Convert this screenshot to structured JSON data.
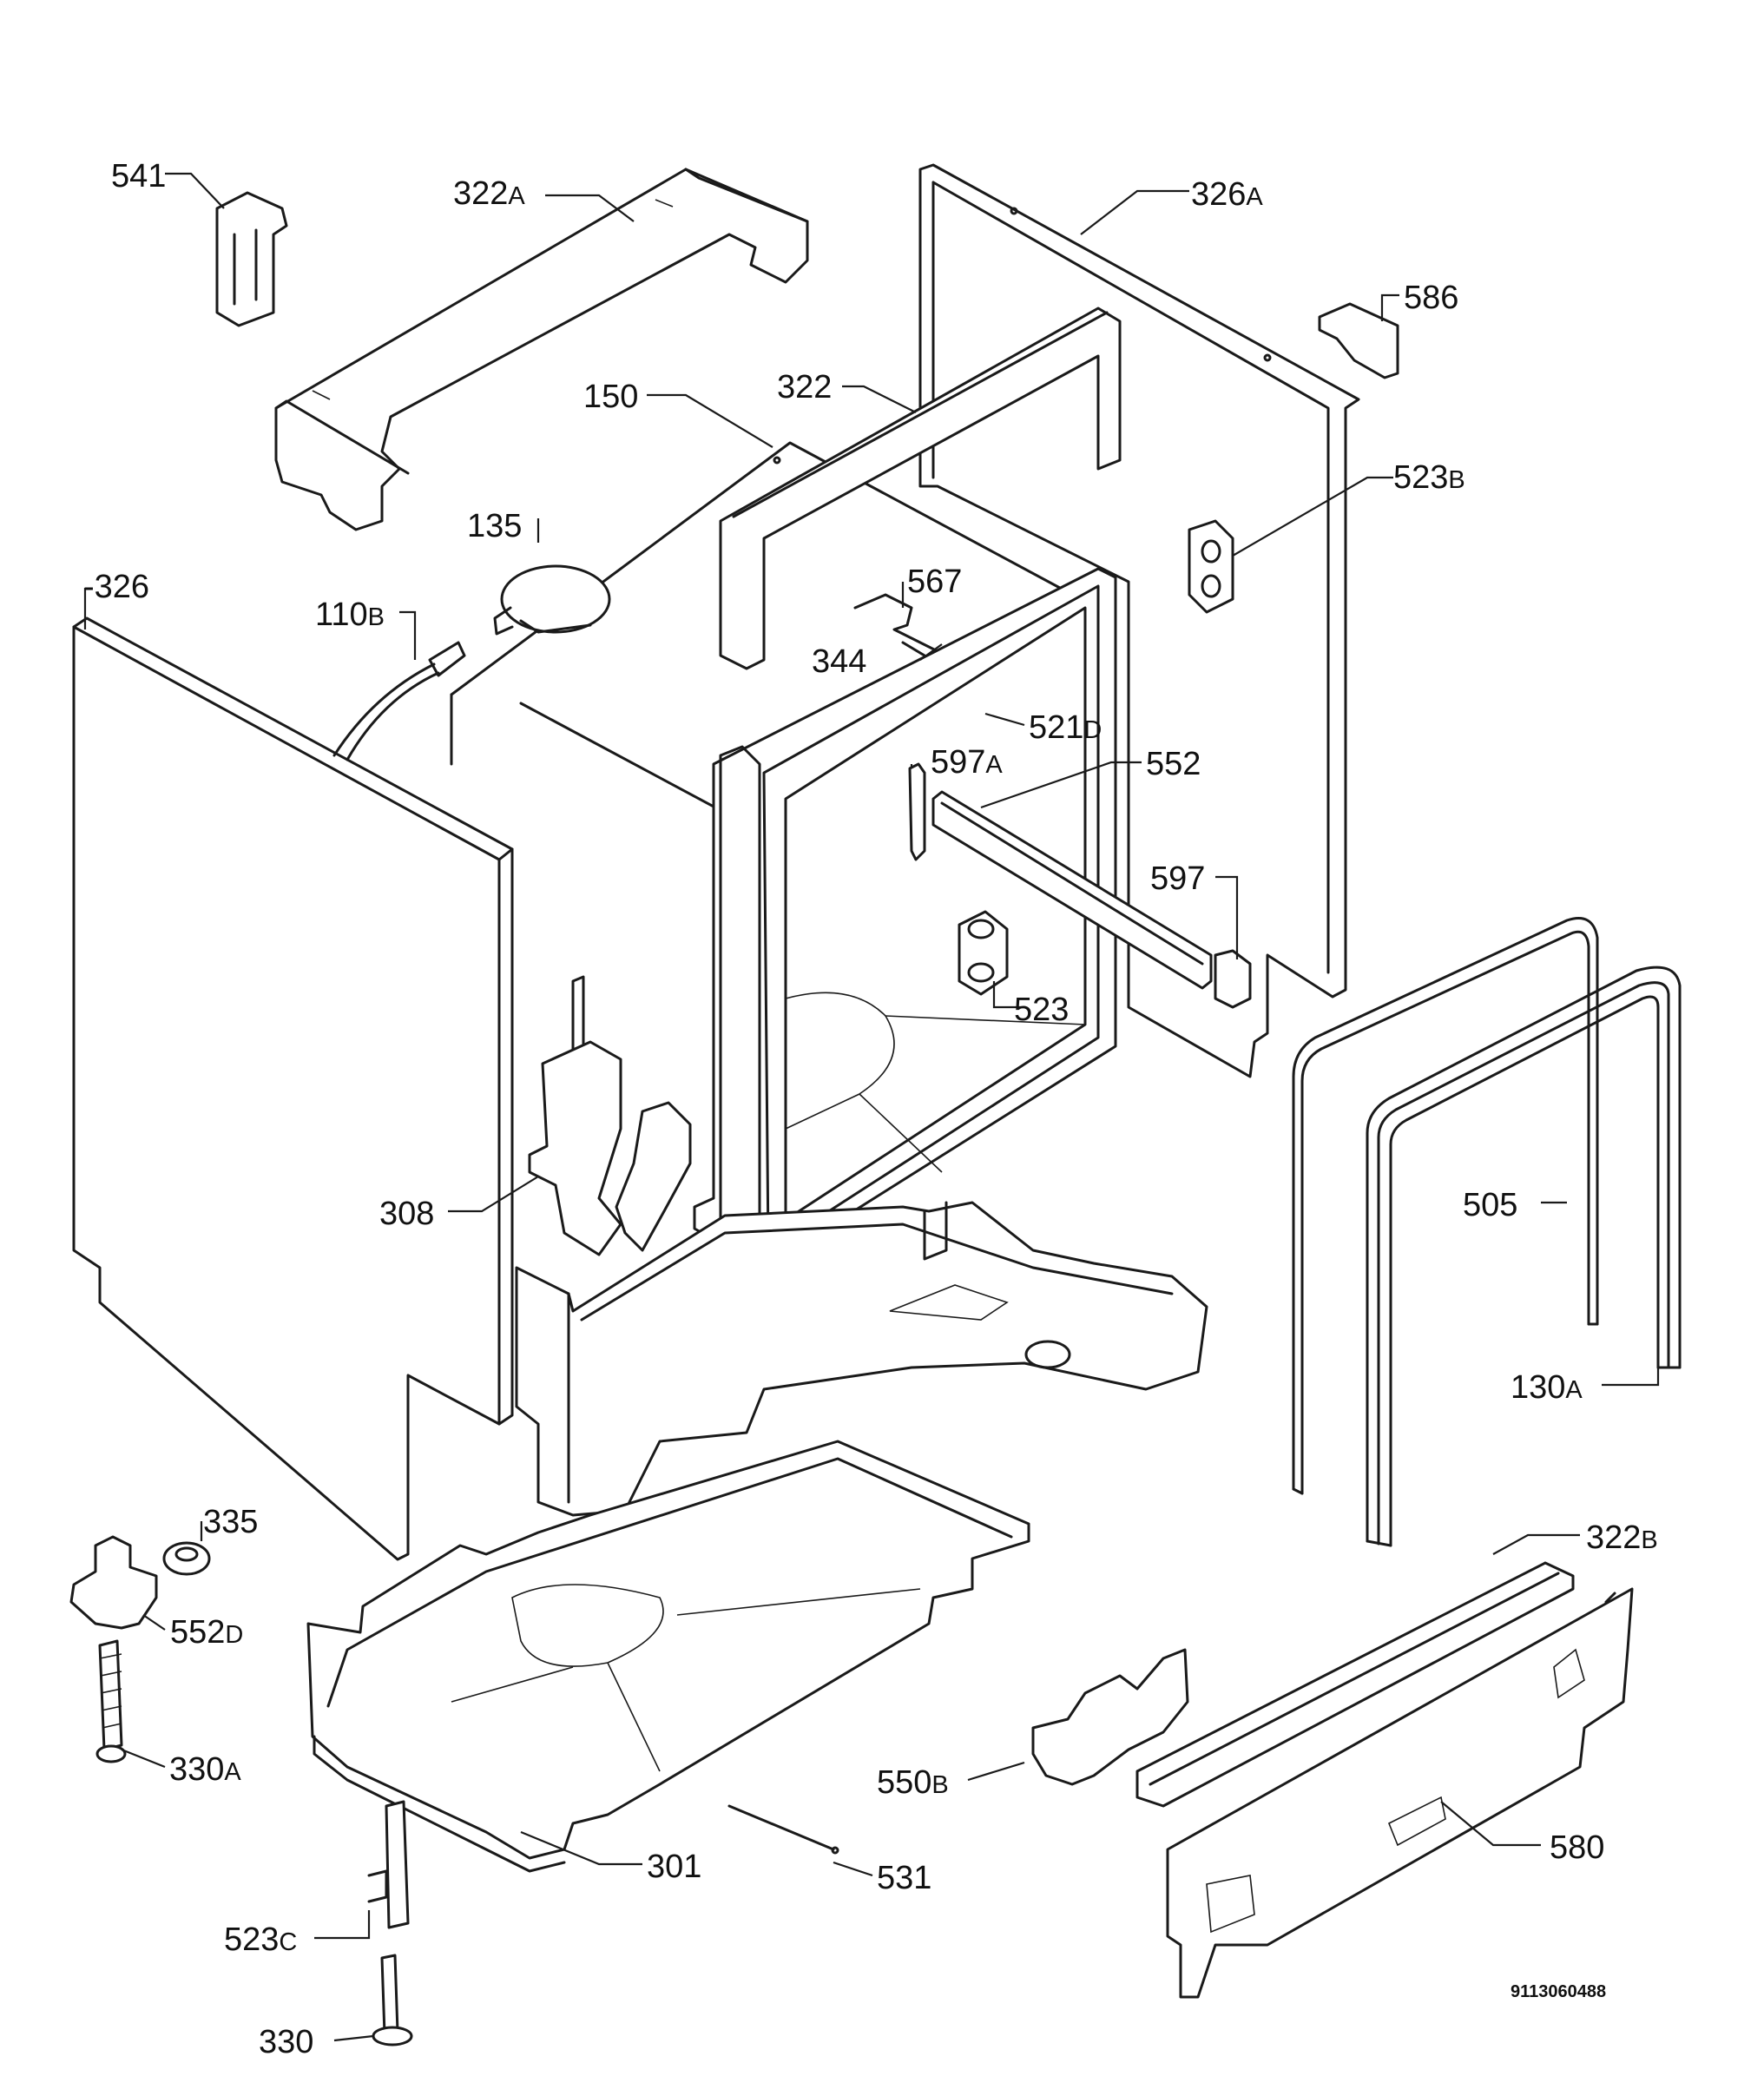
{
  "document_number": "9113060488",
  "callouts": [
    {
      "id": "541",
      "num": "541",
      "suffix": ""
    },
    {
      "id": "322A",
      "num": "322",
      "suffix": "A"
    },
    {
      "id": "326A",
      "num": "326",
      "suffix": "A"
    },
    {
      "id": "586",
      "num": "586",
      "suffix": ""
    },
    {
      "id": "150",
      "num": "150",
      "suffix": ""
    },
    {
      "id": "322",
      "num": "322",
      "suffix": ""
    },
    {
      "id": "523B",
      "num": "523",
      "suffix": "B"
    },
    {
      "id": "135",
      "num": "135",
      "suffix": ""
    },
    {
      "id": "567",
      "num": "567",
      "suffix": ""
    },
    {
      "id": "326",
      "num": "-326",
      "suffix": ""
    },
    {
      "id": "110B",
      "num": "110",
      "suffix": "B"
    },
    {
      "id": "344",
      "num": "344",
      "suffix": ""
    },
    {
      "id": "521D",
      "num": "521",
      "suffix": "D"
    },
    {
      "id": "597A",
      "num": "597",
      "suffix": "A"
    },
    {
      "id": "552",
      "num": "552",
      "suffix": ""
    },
    {
      "id": "597",
      "num": "597",
      "suffix": ""
    },
    {
      "id": "523",
      "num": "523",
      "suffix": ""
    },
    {
      "id": "308",
      "num": "308",
      "suffix": ""
    },
    {
      "id": "505",
      "num": "505",
      "suffix": ""
    },
    {
      "id": "130A",
      "num": "130",
      "suffix": "A"
    },
    {
      "id": "335",
      "num": "335",
      "suffix": ""
    },
    {
      "id": "552D",
      "num": "552",
      "suffix": "D"
    },
    {
      "id": "322B",
      "num": "322",
      "suffix": "B"
    },
    {
      "id": "330A",
      "num": "330",
      "suffix": "A"
    },
    {
      "id": "550B",
      "num": "550",
      "suffix": "B"
    },
    {
      "id": "580",
      "num": "580",
      "suffix": ""
    },
    {
      "id": "301",
      "num": "301",
      "suffix": ""
    },
    {
      "id": "531",
      "num": "531",
      "suffix": ""
    },
    {
      "id": "523C",
      "num": "523",
      "suffix": "C"
    },
    {
      "id": "330",
      "num": "330",
      "suffix": ""
    }
  ]
}
